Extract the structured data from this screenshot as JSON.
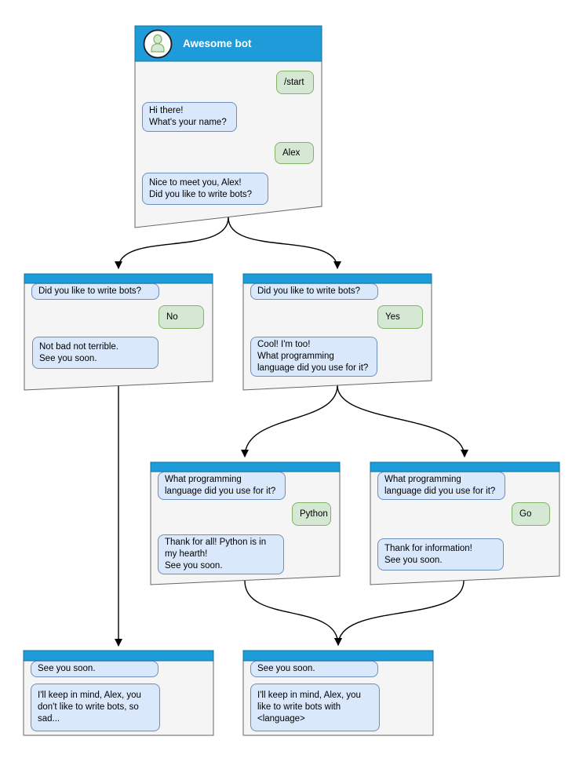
{
  "colors": {
    "titlebar_fill": "#1E9CD9",
    "titlebar_border": "#10739E",
    "window_fill": "#F5F5F5",
    "window_border": "#666666",
    "bot_bubble_fill": "#DAE8FC",
    "bot_bubble_border": "#6C8EBF",
    "user_bubble_fill": "#D5E8D4",
    "user_bubble_border": "#82B366",
    "arrow_color": "#000000",
    "title_text": "#FFFFFF"
  },
  "windows": {
    "main": {
      "title": "Awesome bot",
      "messages": {
        "user_start": "/start",
        "bot_greeting": "Hi there!\nWhat's your name?",
        "user_name": "Alex",
        "bot_ask_bots": "Nice to meet you, Alex!\nDid you like to write bots?"
      }
    },
    "branch_no": {
      "messages": {
        "bot_question": "Did you like to write bots?",
        "user_answer": "No",
        "bot_reply": "Not bad not terrible.\nSee you soon."
      }
    },
    "branch_yes": {
      "messages": {
        "bot_question": "Did you like to write bots?",
        "user_answer": "Yes",
        "bot_reply": "Cool! I'm too!\nWhat programming\nlanguage did you use for it?"
      }
    },
    "branch_python": {
      "messages": {
        "bot_question": "What programming\nlanguage did you use for it?",
        "user_answer": "Python",
        "bot_reply": "Thank for all! Python is in\nmy hearth!\nSee you soon."
      }
    },
    "branch_go": {
      "messages": {
        "bot_question": "What programming\nlanguage did you use for it?",
        "user_answer": "Go",
        "bot_reply": "Thank for information!\nSee you soon."
      }
    },
    "end_no": {
      "messages": {
        "bot_question": "See you soon.",
        "bot_reply": "I'll keep in mind, Alex, you\ndon't like to write bots, so\nsad..."
      }
    },
    "end_yes": {
      "messages": {
        "bot_question": "See you soon.",
        "bot_reply": "I'll keep in mind, Alex, you\nlike to write bots with\n<language>"
      }
    }
  }
}
